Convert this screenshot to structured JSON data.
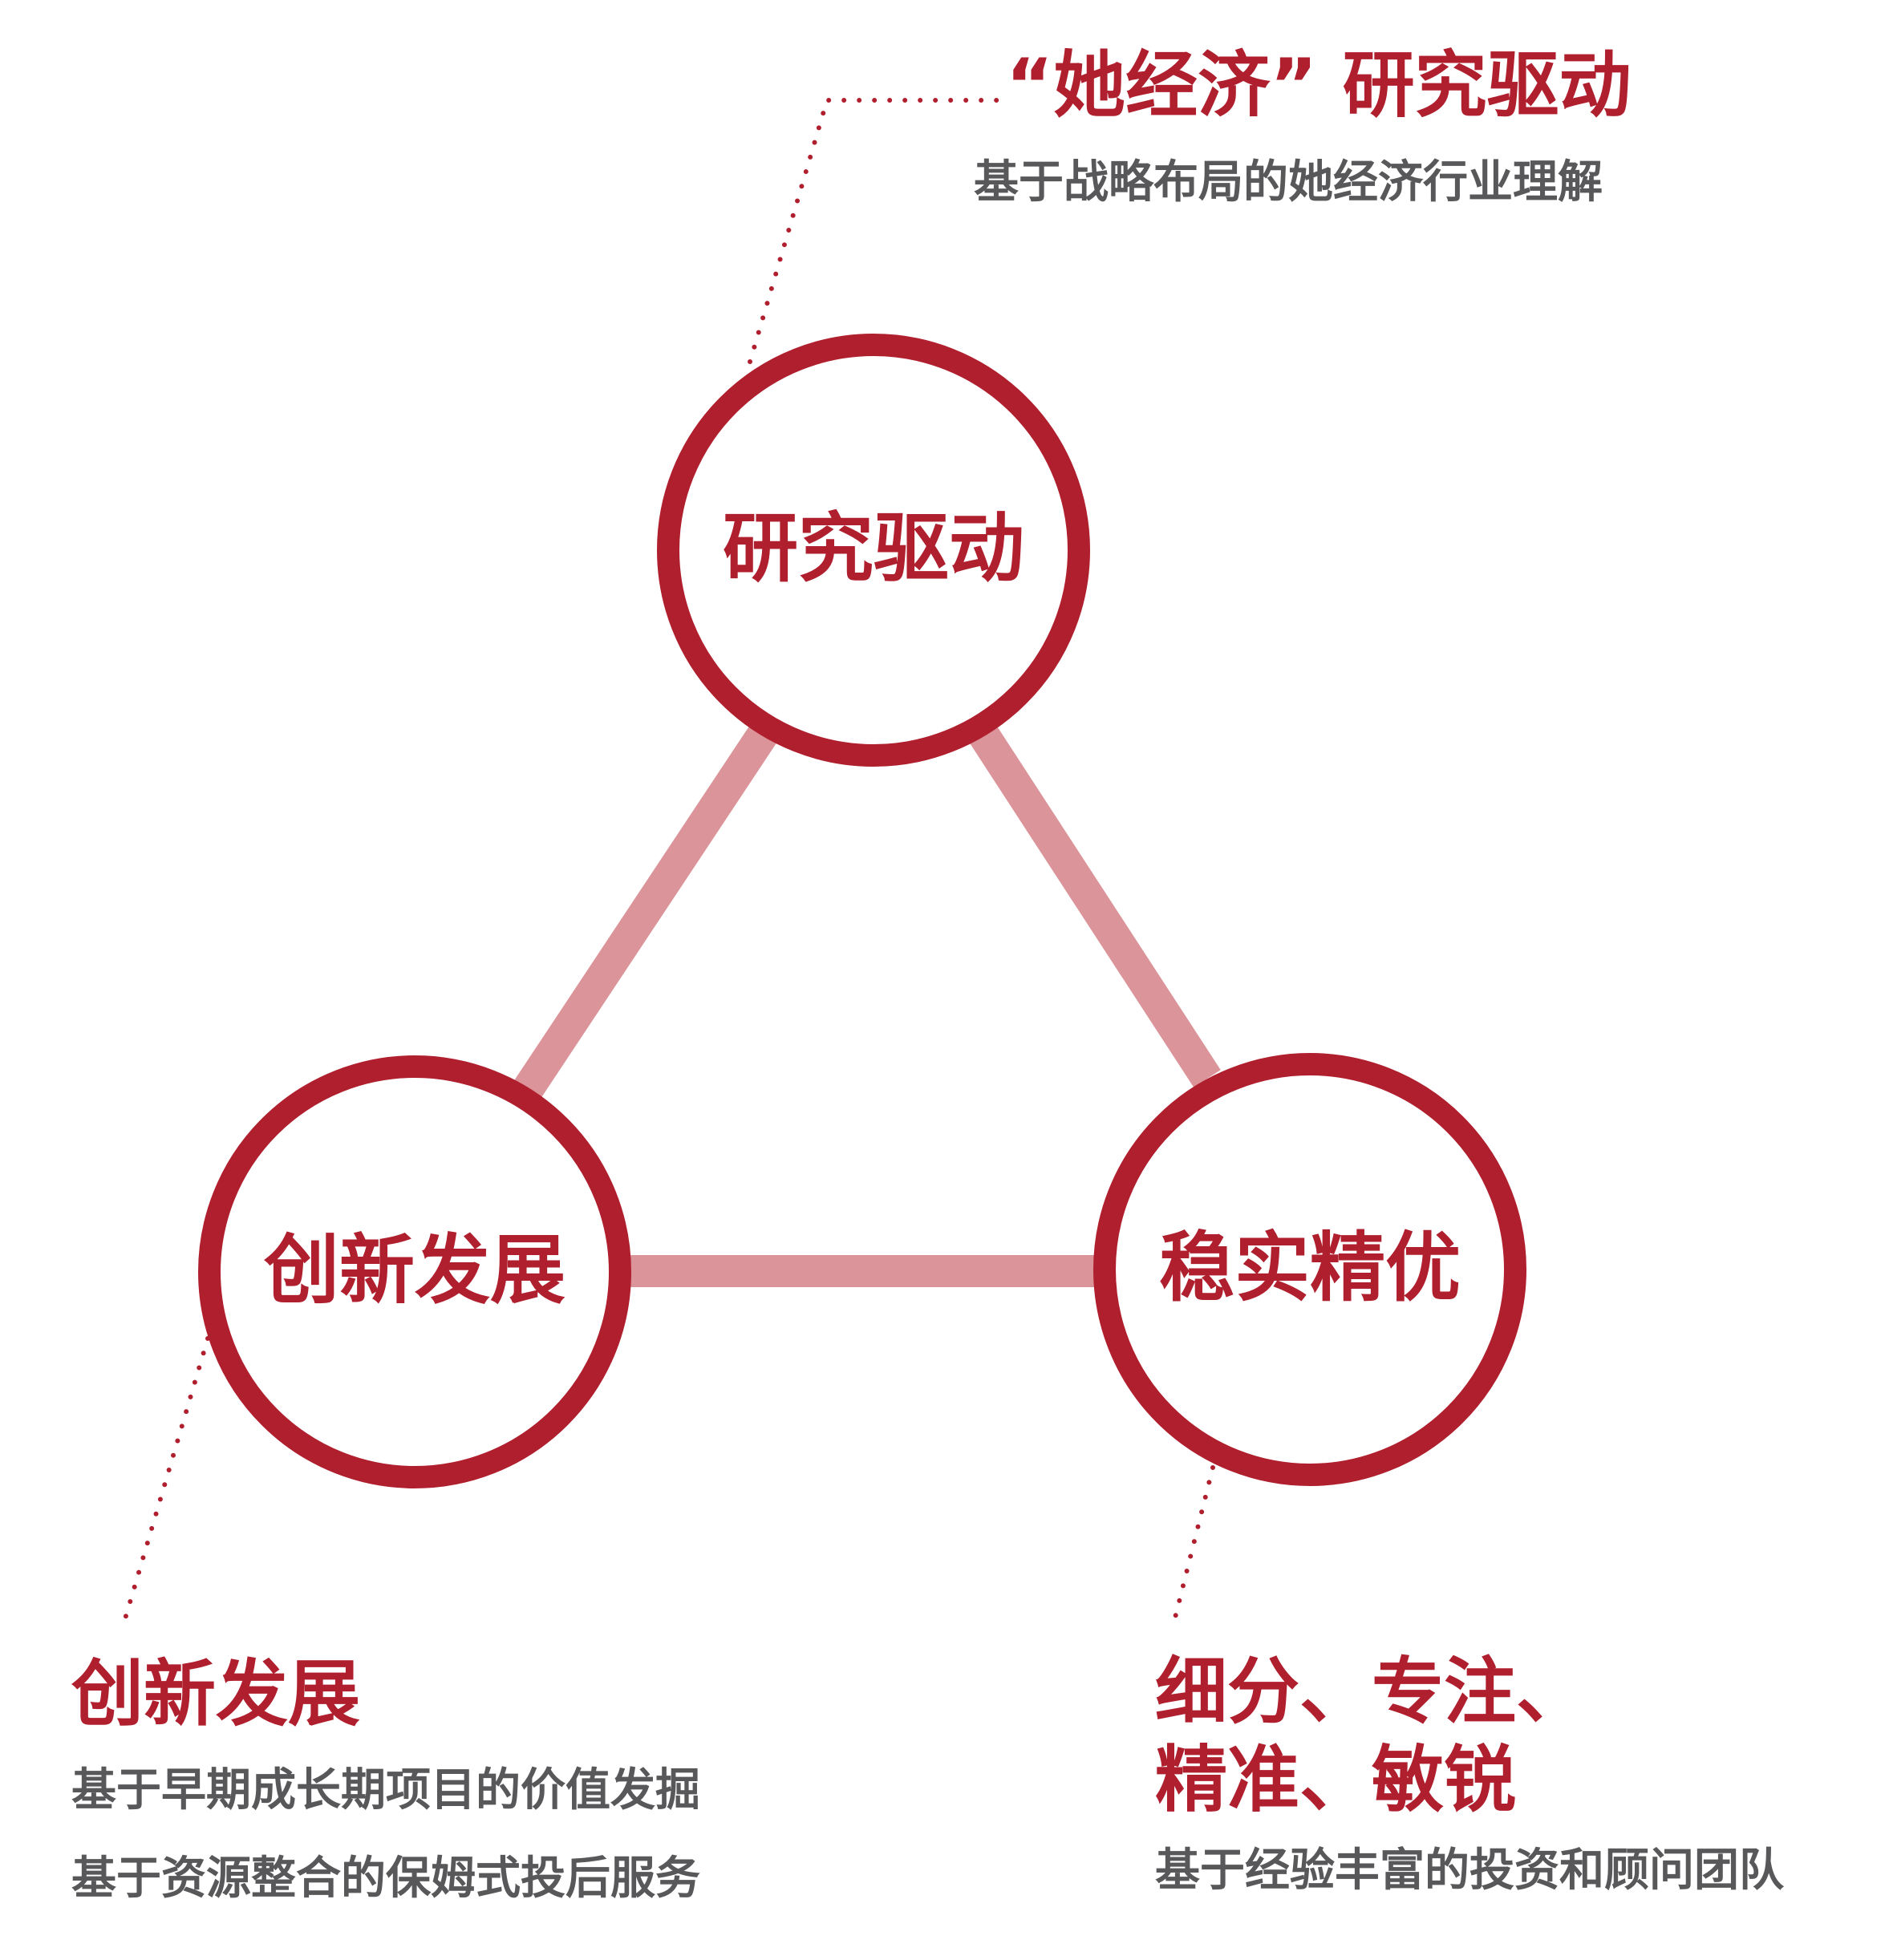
{
  "colors": {
    "accent": "#b01f2e",
    "connector": "#db9499",
    "text_gray": "#58585a"
  },
  "nodes": {
    "top": "研究驱动",
    "left": "创新发展",
    "right": "稳实精优"
  },
  "top_callout": {
    "title": "“她经济”  研究驱动",
    "lines": [
      "基于战略布局的她经济行业理解"
    ]
  },
  "left_callout": {
    "title": "创新发展",
    "lines": [
      "基于早期成长期项目的价值发掘",
      "基于资源整合的保姆式投后服务"
    ]
  },
  "right_callout": {
    "title_lines": [
      "细分、专注、",
      "精准、敏锐"
    ],
    "lines": [
      "基于经验丰富的投资和顾问团队"
    ]
  }
}
